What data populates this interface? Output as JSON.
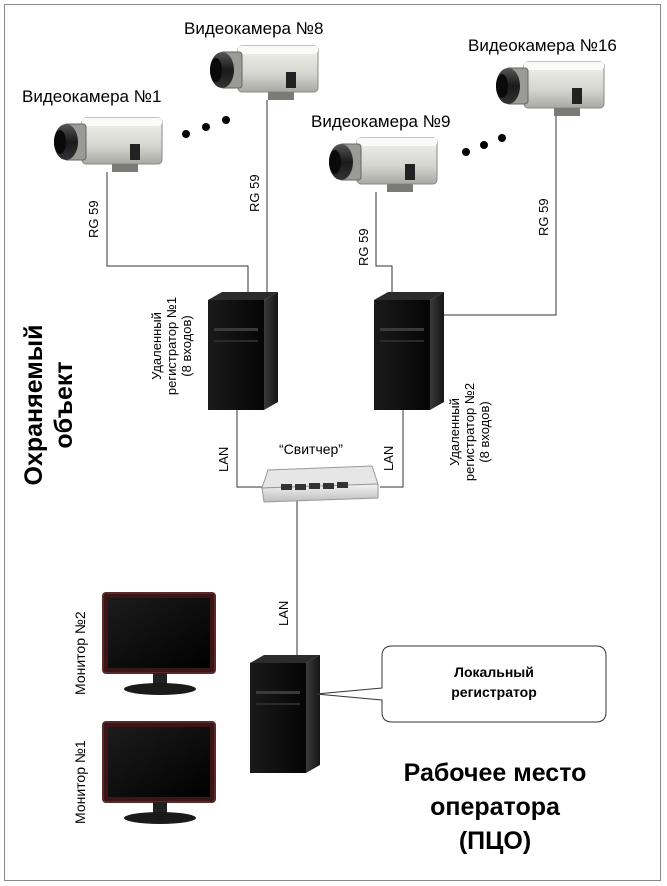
{
  "cameras": [
    {
      "label": "Видеокамера №1"
    },
    {
      "label": "Видеокамера №8"
    },
    {
      "label": "Видеокамера №9"
    },
    {
      "label": "Видеокамера №16"
    }
  ],
  "cables": {
    "rg59": "RG 59",
    "lan": "LAN"
  },
  "recorders": {
    "remote1": [
      "Удаленный",
      "регистратор №1",
      "(8 входов)"
    ],
    "remote2": [
      "Удаленный",
      "регистратор №2",
      "(8 входов)"
    ],
    "local": [
      "Локальный",
      "регистратор"
    ]
  },
  "switch_label": "“Свитчер”",
  "protected_object": [
    "Охраняемый",
    "объект"
  ],
  "monitors": [
    {
      "label": "Монитор №2"
    },
    {
      "label": "Монитор №1"
    }
  ],
  "workplace": [
    "Рабочее место",
    "оператора",
    "(ПЦО)"
  ]
}
